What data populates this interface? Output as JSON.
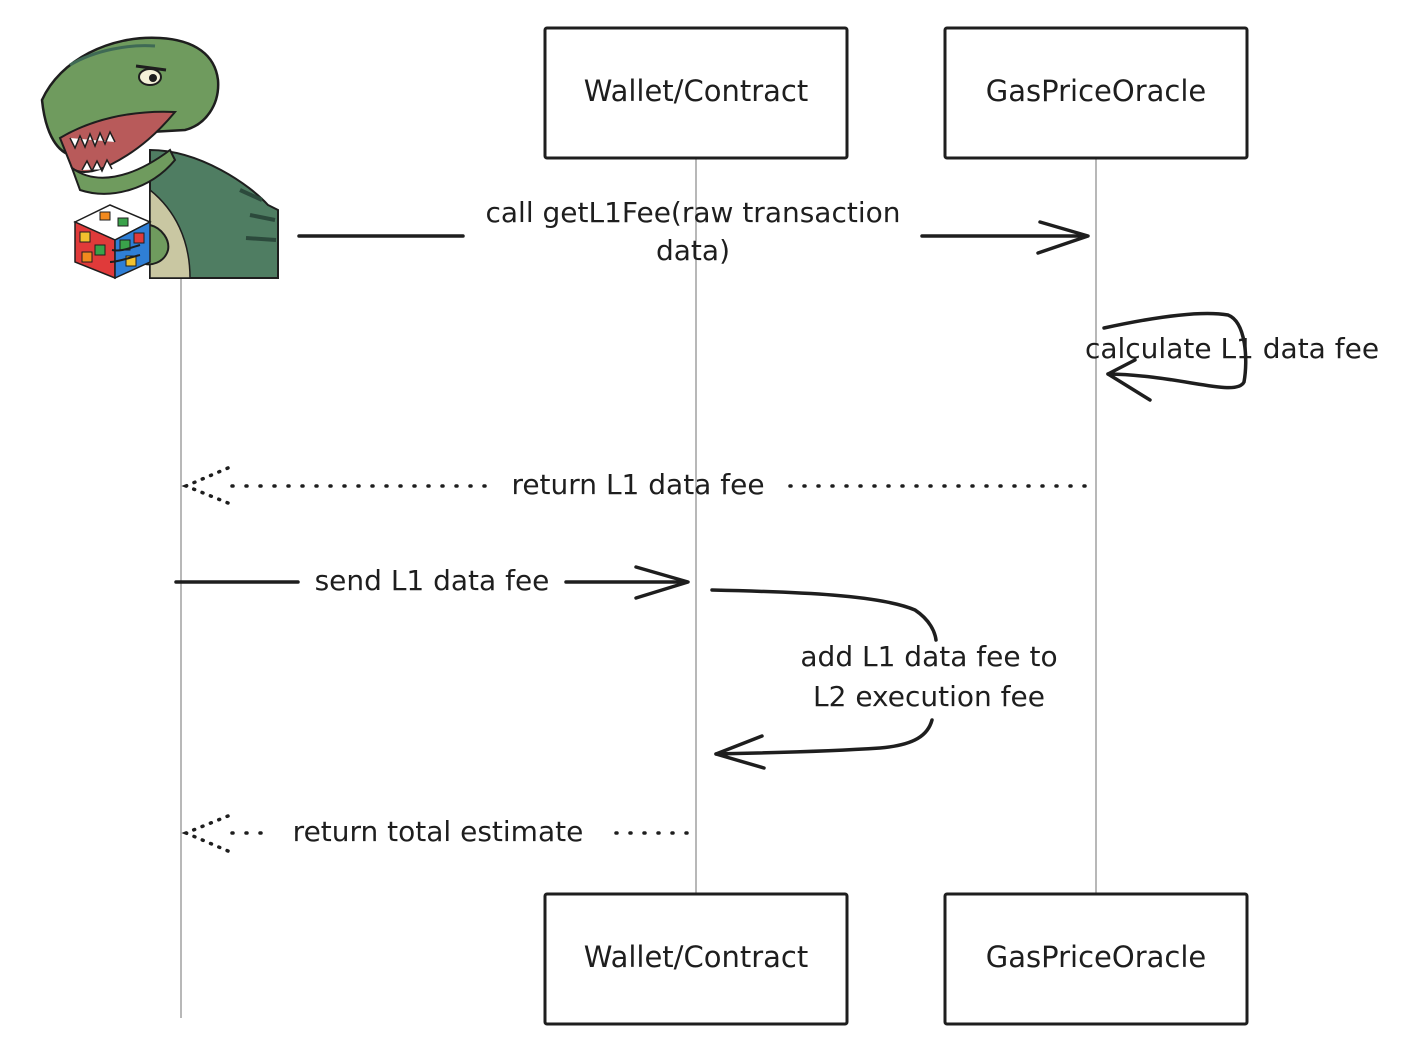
{
  "participants": {
    "wallet": "Wallet/Contract",
    "oracle": "GasPriceOracle"
  },
  "actor": {
    "icon": "dinosaur-with-rubiks-cube-icon"
  },
  "messages": {
    "call_line1": "call getL1Fee(raw transaction",
    "call_line2": "data)",
    "calculate": "calculate L1 data fee",
    "return_fee": "return L1 data fee",
    "send_fee": "send L1 data fee",
    "add_line1": "add L1 data fee to",
    "add_line2": "L2 execution fee",
    "return_total": "return total estimate"
  },
  "colors": {
    "ink": "#1e1e1e",
    "lifeline": "#a6a6a6",
    "dino_green": "#6f9b5e",
    "dino_dark": "#3f6a55"
  }
}
